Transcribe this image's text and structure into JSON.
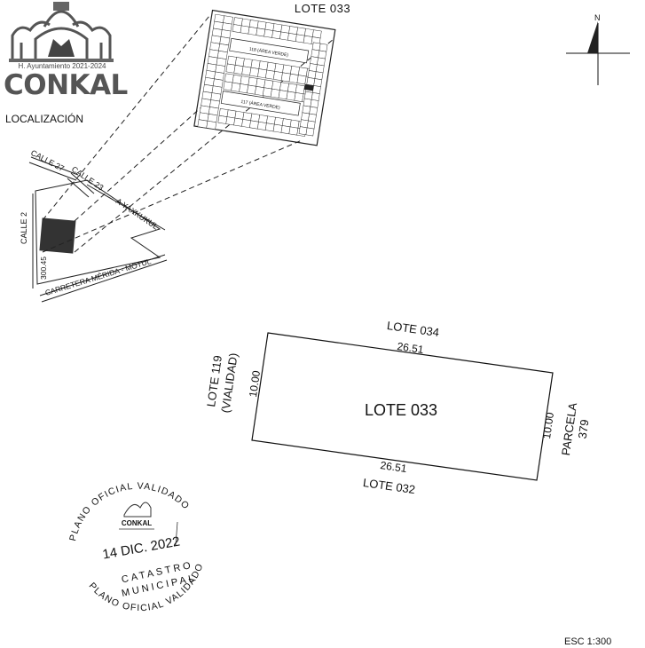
{
  "header": {
    "title": "LOTE 033"
  },
  "municipality": {
    "period": "H. Ayuntamiento 2021-2024",
    "name": "CONKAL"
  },
  "location_map": {
    "title": "LOCALIZACIÓN",
    "labels": {
      "calle27": "CALLE 27",
      "calle23": "CALLE 23",
      "calle2": "CALLE 2",
      "yaxkukul": "A YAXKUKUL",
      "carretera": "CARRETERA MÉRIDA - MOTUL",
      "distance": "300.45"
    },
    "inset_labels": {
      "green_top": "118 (ÁREA VERDE)",
      "green_bottom": "117 (ÁREA VERDE)"
    }
  },
  "north_arrow": {
    "label": "N"
  },
  "lot_plan": {
    "lot": "LOTE 033",
    "north_neighbor": "LOTE 034",
    "south_neighbor": "LOTE 032",
    "west_neighbor_line1": "LOTE 119",
    "west_neighbor_line2": "(VIALIDAD)",
    "east_neighbor_line1": "PARCELA",
    "east_neighbor_line2": "379",
    "north_dim": "26.51",
    "south_dim": "26.51",
    "west_dim": "10.00",
    "east_dim": "10.00"
  },
  "stamp": {
    "top_text": "PLANO OFICIAL VALIDADO",
    "bottom_text": "PLANO OFICIAL VALIDADO",
    "logo": "CONKAL",
    "date": "14 DIC. 2022",
    "office_line1": "CATASTRO",
    "office_line2": "MUNICIPAL"
  },
  "scale": {
    "label": "ESC 1:300"
  }
}
